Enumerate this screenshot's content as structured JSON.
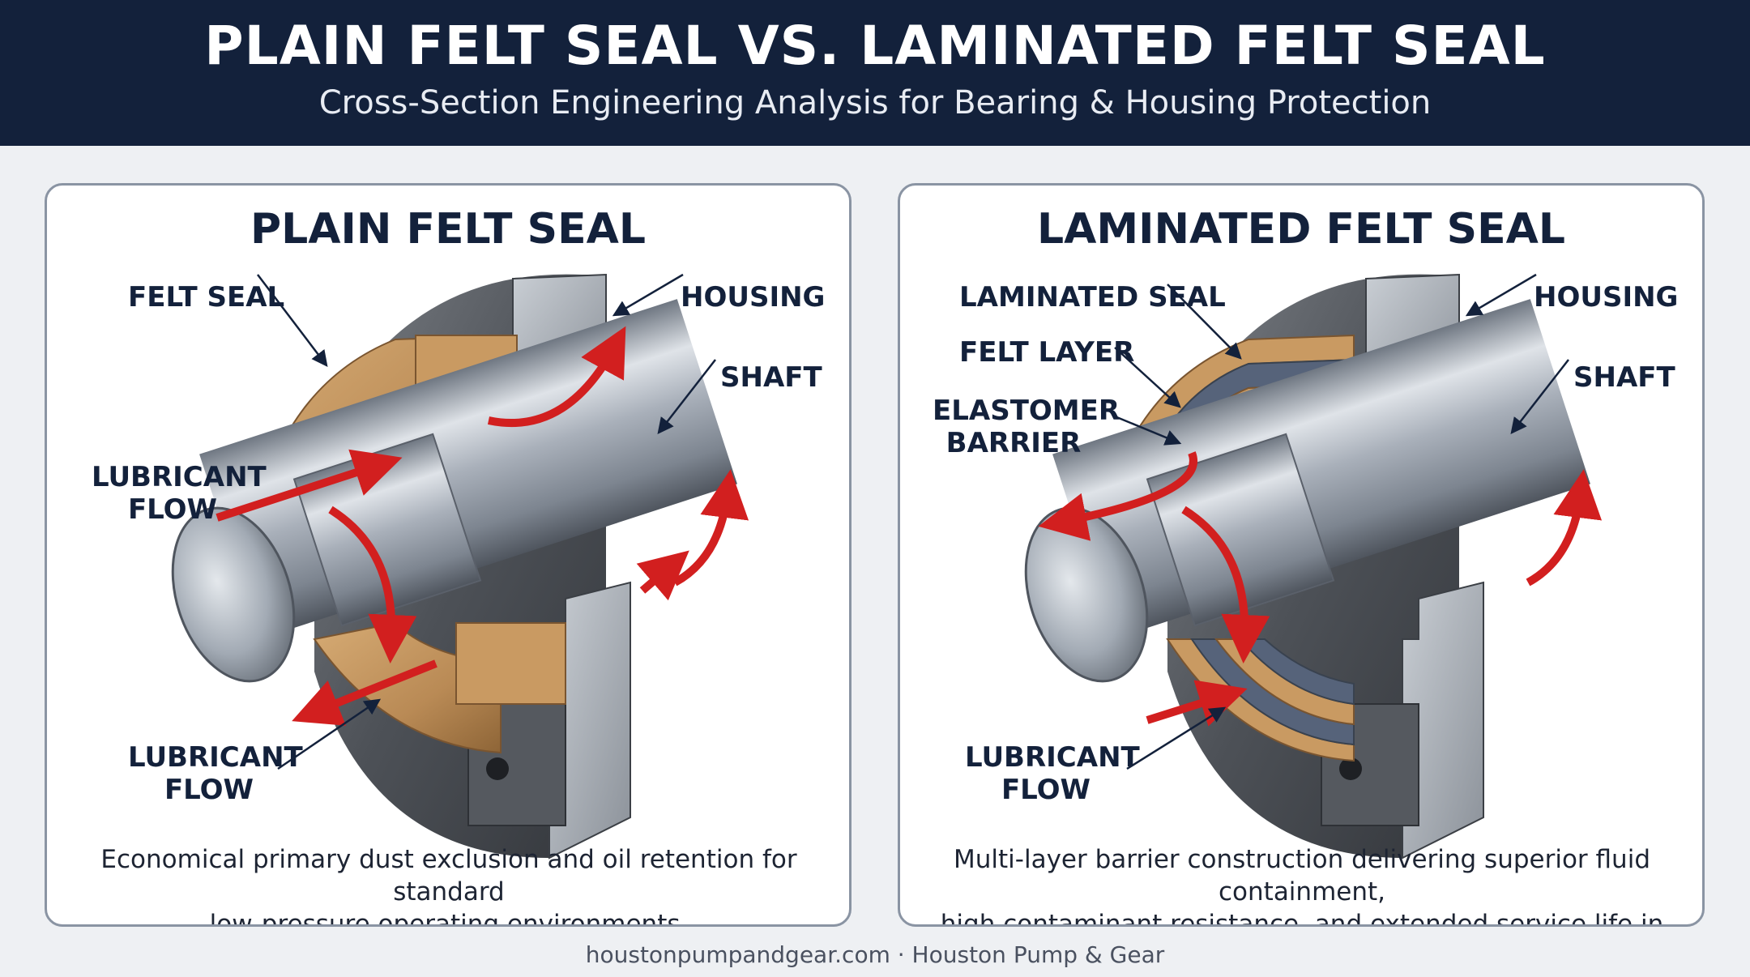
{
  "header": {
    "title": "PLAIN FELT SEAL VS. LAMINATED FELT SEAL",
    "subtitle": "Cross-Section Engineering Analysis for Bearing & Housing Protection"
  },
  "panels": {
    "plain": {
      "title": "PLAIN FELT SEAL",
      "labels": {
        "felt_seal": "FELT SEAL",
        "housing": "HOUSING",
        "shaft": "SHAFT",
        "lubricant_flow_top_1": "LUBRICANT",
        "lubricant_flow_top_2": "FLOW",
        "lubricant_flow_bottom_1": "LUBRICANT",
        "lubricant_flow_bottom_2": "FLOW"
      },
      "caption_1": "Economical primary dust exclusion and oil retention for standard",
      "caption_2": "low-pressure operating environments."
    },
    "laminated": {
      "title": "LAMINATED FELT SEAL",
      "labels": {
        "laminated_seal": "LAMINATED SEAL",
        "felt_layer": "FELT LAYER",
        "elastomer_barrier_1": "ELASTOMER",
        "elastomer_barrier_2": "BARRIER",
        "housing": "HOUSING",
        "shaft": "SHAFT",
        "lubricant_flow_1": "LUBRICANT",
        "lubricant_flow_2": "FLOW"
      },
      "caption_1": "Multi-layer barrier construction delivering superior fluid containment,",
      "caption_2": "high contaminant resistance, and extended service life in severe duty."
    }
  },
  "footer": "houstonpumpandgear.com · Houston Pump & Gear",
  "colors": {
    "header_bg": "#13213b",
    "felt": "#c99a62",
    "elastomer": "#56637a",
    "steel": "#a9b0ba",
    "housing": "#5d6167",
    "arrow": "#d21f1f"
  }
}
